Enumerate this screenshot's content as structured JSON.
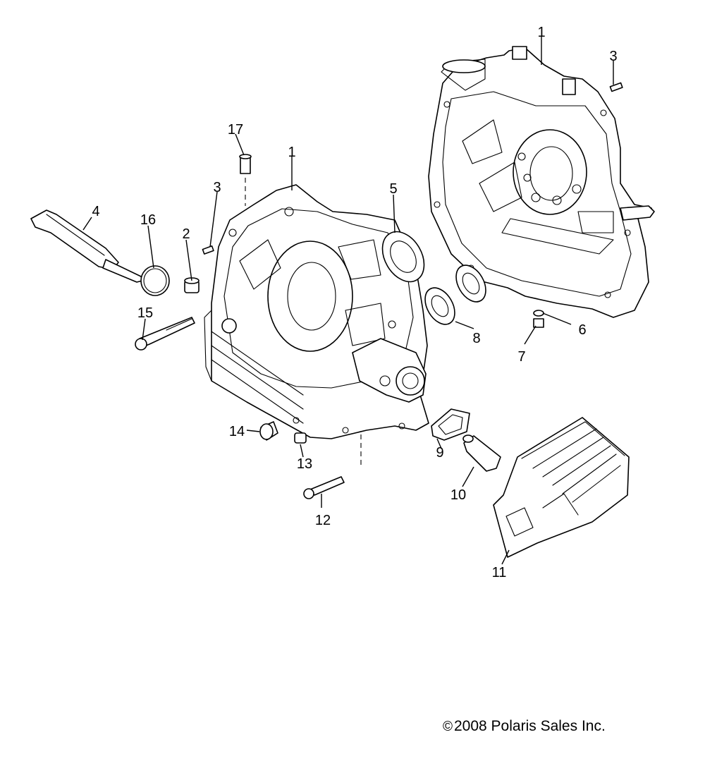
{
  "callouts": [
    {
      "id": "1a",
      "text": "1"
    },
    {
      "id": "3a",
      "text": "3"
    },
    {
      "id": "17",
      "text": "17"
    },
    {
      "id": "1b",
      "text": "1"
    },
    {
      "id": "3b",
      "text": "3"
    },
    {
      "id": "4",
      "text": "4"
    },
    {
      "id": "16",
      "text": "16"
    },
    {
      "id": "2",
      "text": "2"
    },
    {
      "id": "5",
      "text": "5"
    },
    {
      "id": "15",
      "text": "15"
    },
    {
      "id": "8",
      "text": "8"
    },
    {
      "id": "6",
      "text": "6"
    },
    {
      "id": "7",
      "text": "7"
    },
    {
      "id": "14",
      "text": "14"
    },
    {
      "id": "9",
      "text": "9"
    },
    {
      "id": "13",
      "text": "13"
    },
    {
      "id": "10",
      "text": "10"
    },
    {
      "id": "12",
      "text": "12"
    },
    {
      "id": "11",
      "text": "11"
    }
  ],
  "copyright": {
    "symbol": "©",
    "text": "2008 Polaris Sales Inc."
  }
}
